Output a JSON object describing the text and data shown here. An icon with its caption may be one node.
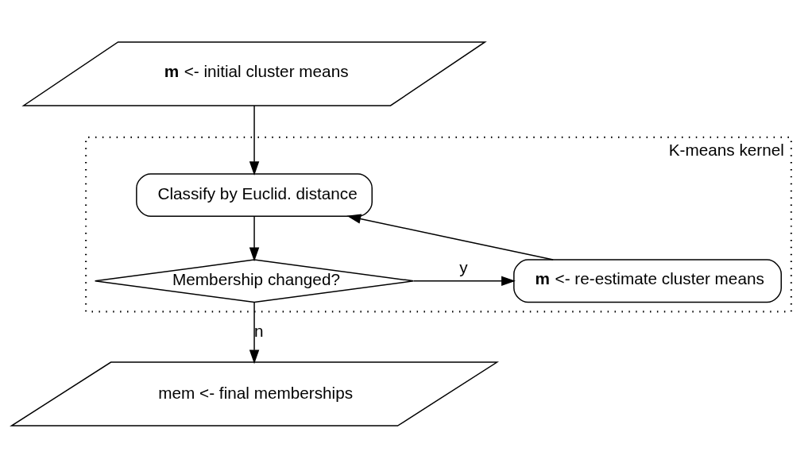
{
  "diagram": {
    "nodes": [
      {
        "text": [
          "K-means kernel"
        ]
      },
      {
        "text": [
          "**m** <- initial cluster means"
        ]
      },
      {
        "text": [
          "Classify by Euclid. distance"
        ],
        "in": 0
      },
      {
        "text": [
          "Membership changed?"
        ],
        "in": 0
      },
      {
        "text": [
          "**m** <- re-estimate cluster means"
        ],
        "in": 0
      },
      {
        "text": [
          "mem <- final memberships"
        ]
      }
    ],
    "edges": [
      {
        "from": 1,
        "to": 2,
        "arrow": "to"
      },
      {
        "from": 2,
        "to": 3,
        "arrow": "to"
      },
      {
        "from": 3,
        "to": 4,
        "arrow": "to",
        "label": "y"
      },
      {
        "from": 4,
        "to": 2,
        "arrow": "to"
      },
      {
        "from": 3,
        "to": 5,
        "arrow": "to",
        "label": "n"
      }
    ]
  }
}
